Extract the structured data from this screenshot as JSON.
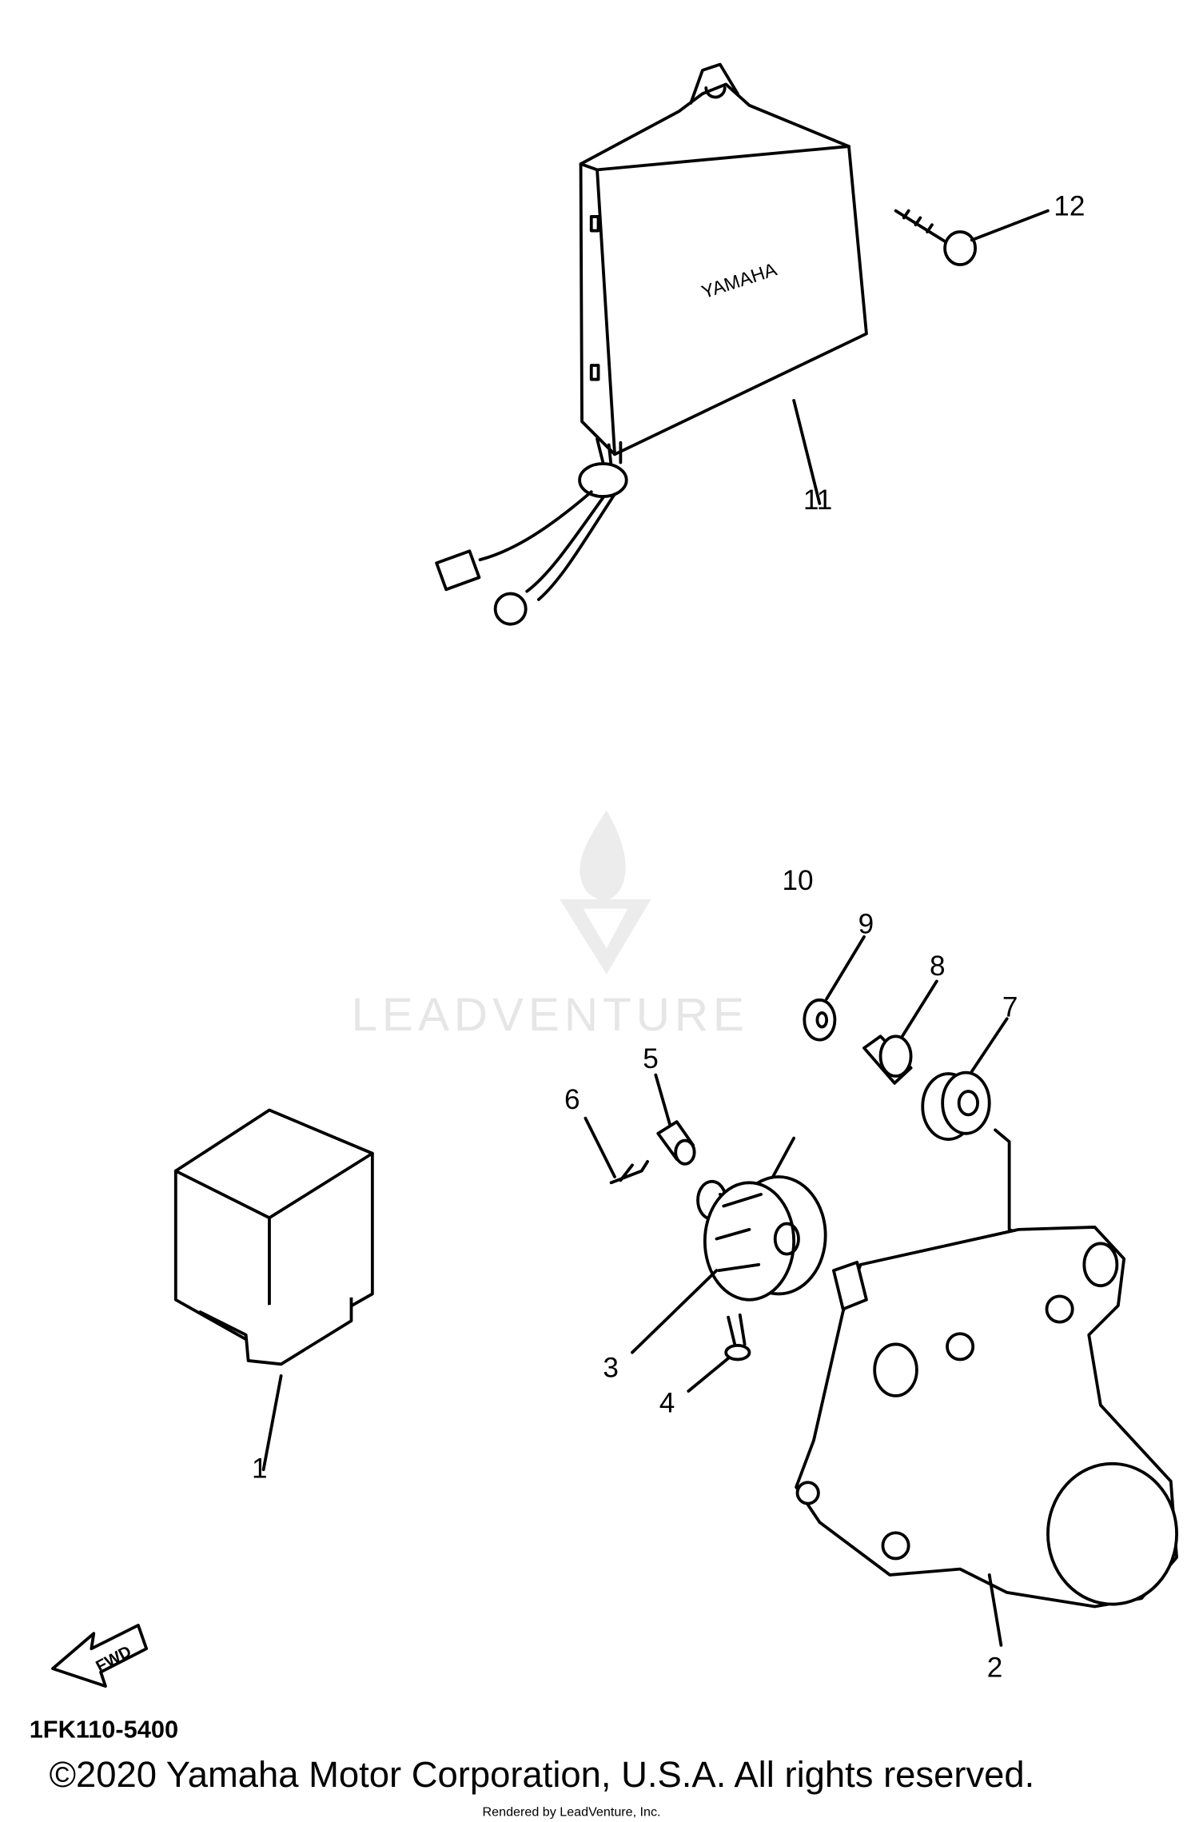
{
  "diagram": {
    "watermark": "LEADVENTURE",
    "box_brand": "YAMAHA",
    "forward_arrow": "FWD",
    "part_labels": {
      "p1": "1",
      "p2": "2",
      "p3": "3",
      "p4": "4",
      "p5": "5",
      "p6": "6",
      "p7": "7",
      "p8": "8",
      "p9": "9",
      "p10": "10",
      "p11": "11",
      "p12": "12"
    },
    "diagram_code": "1FK110-5400",
    "copyright": "©2020 Yamaha Motor Corporation, U.S.A. All rights reserved.",
    "rendered_by": "Rendered by LeadVenture, Inc."
  },
  "colors": {
    "line": "#000000",
    "watermark": "#e6e6e6",
    "background": "#ffffff"
  }
}
